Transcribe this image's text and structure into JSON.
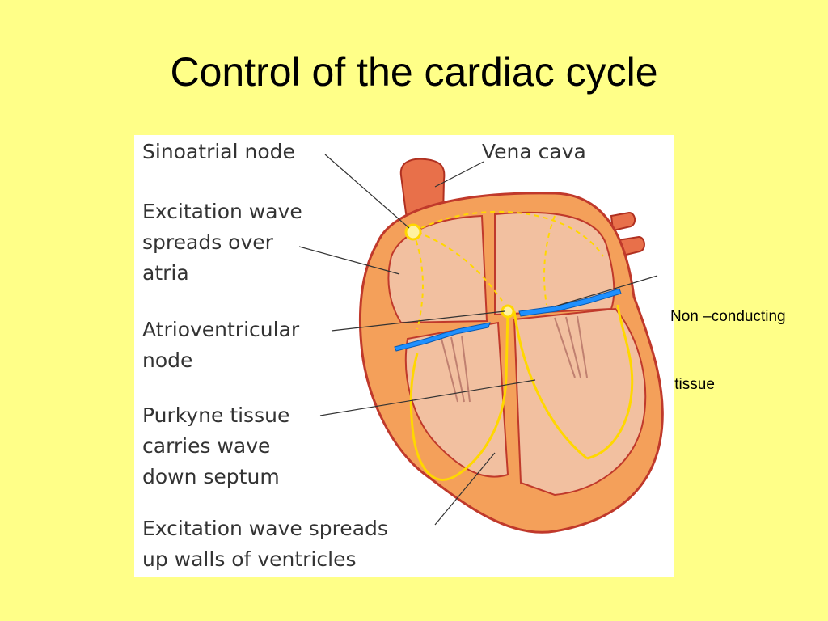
{
  "slide": {
    "title": "Control of the cardiac cycle",
    "background": "#ffff88"
  },
  "diagram": {
    "labels": {
      "sinoatrial": "Sinoatrial node",
      "vena_cava": "Vena cava",
      "excitation_atria": [
        "Excitation wave",
        "spreads over",
        "atria"
      ],
      "av_node": [
        "Atrioventricular",
        "node"
      ],
      "purkyne": [
        "Purkyne tissue",
        "carries wave",
        "down septum"
      ],
      "excitation_ventricles": [
        "Excitation wave spreads",
        "up walls of ventricles"
      ]
    },
    "annotation": [
      "Non –conducting",
      " tissue"
    ],
    "colors": {
      "heart_wall": "#f4a05a",
      "heart_outline": "#c0392b",
      "chamber": "#f2c0a0",
      "conduction": "#ffd700",
      "non_conducting": "#1e90ff",
      "vessel": "#e8704a"
    }
  }
}
